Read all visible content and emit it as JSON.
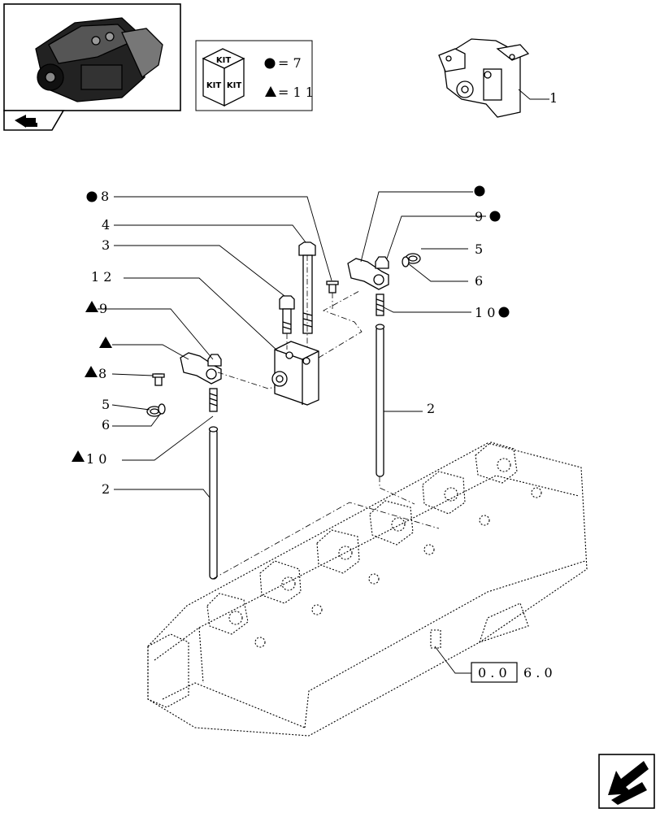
{
  "kit_box": {
    "face_top": "KIT",
    "face_left": "KIT",
    "face_right": "KIT",
    "circle_legend": "= 7",
    "triangle_legend": "= 1 1"
  },
  "callouts": {
    "ref_1": "1",
    "c8": "8",
    "c4": "4",
    "c3": "3",
    "c12": "1 2",
    "c9_left": "9",
    "c8_left": "8",
    "c5_left": "5",
    "c6_left": "6",
    "c10_left": "1 0",
    "c2_left": "2",
    "c9_right": "9",
    "c5_right": "5",
    "c6_right": "6",
    "c10_right": "1 0",
    "c2_right": "2",
    "ref_section_boxed": "0 . 0",
    "ref_section_tail": "6 . 0"
  },
  "icons": {
    "thumbnail": "engine-thumbnail-icon",
    "nav_prev": "back-arrow-icon",
    "nav_next": "next-page-arrow-icon",
    "kit_marker": "circle-marker-icon",
    "kit_marker_alt": "triangle-marker-icon"
  },
  "colors": {
    "ink": "#000000",
    "paper": "#ffffff"
  }
}
